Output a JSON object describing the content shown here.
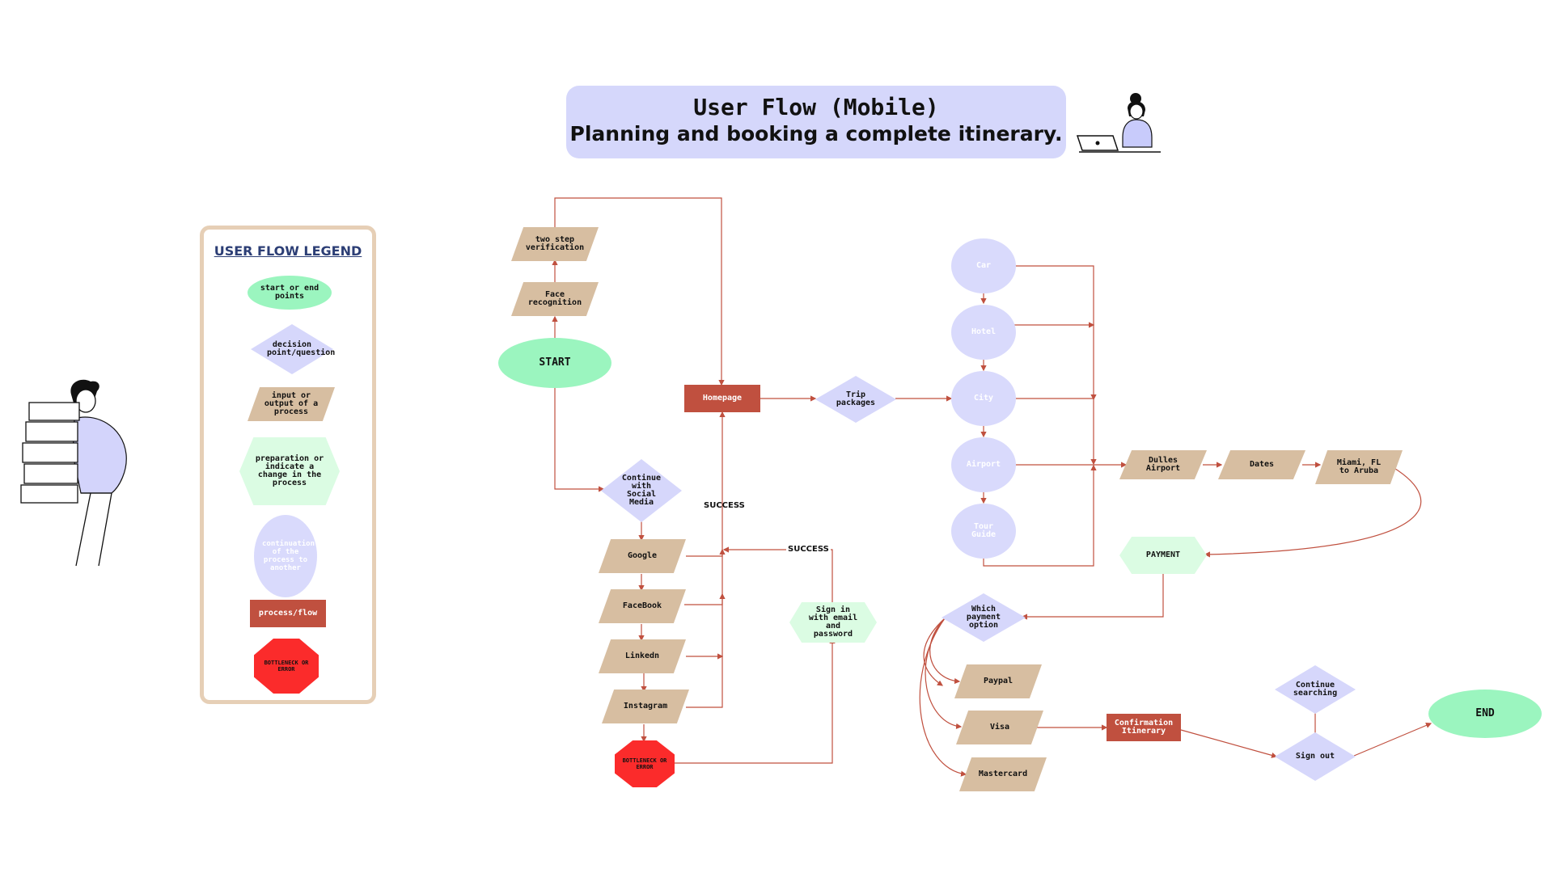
{
  "title": {
    "main": "User Flow (Mobile)",
    "subtitle": "Planning and booking a complete itinerary."
  },
  "legend": {
    "title": "USER FLOW LEGEND",
    "items": {
      "terminal": "start or end points",
      "decision": "decision point/question",
      "io": "input or output of a process",
      "prep": "preparation or indicate a change in the process",
      "continuation": "continuation of the process to another",
      "process": "process/flow",
      "bottleneck": "BOTTLENECK OR ERROR"
    }
  },
  "nodes": {
    "two_step": "two step verification",
    "face": "Face recognition",
    "start": "START",
    "homepage": "Homepage",
    "trip": "Trip packages",
    "continue_social": "Continue with Social Media",
    "google": "Google",
    "facebook": "FaceBook",
    "linkedin": "Linkedn",
    "instagram": "Instagram",
    "bottleneck": "BOTTLENECK OR ERROR",
    "success1": "SUCCESS",
    "success2": "SUCCESS",
    "sign_in_email": "Sign in with email and password",
    "car": "Car",
    "hotel": "Hotel",
    "city": "City",
    "airport": "Airport",
    "tour": "Tour Guide",
    "dulles": "Dulles Airport",
    "dates": "Dates",
    "miami": "Miami, FL to Aruba",
    "payment": "PAYMENT",
    "which_payment": "Which payment option",
    "paypal": "Paypal",
    "visa": "Visa",
    "mastercard": "Mastercard",
    "confirmation": "Confirmation Itinerary",
    "continue_searching": "Continue searching",
    "sign_out": "Sign out",
    "end": "END"
  },
  "colors": {
    "terminal": "#9bf5bf",
    "decision": "#d6d7fb",
    "io": "#d7bea1",
    "prep": "#dbfce3",
    "process": "#c0503f",
    "bottleneck": "#fb2b2b",
    "connector": "#c0503f",
    "title_bg": "#d5d7fb",
    "legend_border": "#e6cfb6"
  },
  "illustrations": [
    "person-carrying-boxes",
    "woman-at-laptop"
  ]
}
